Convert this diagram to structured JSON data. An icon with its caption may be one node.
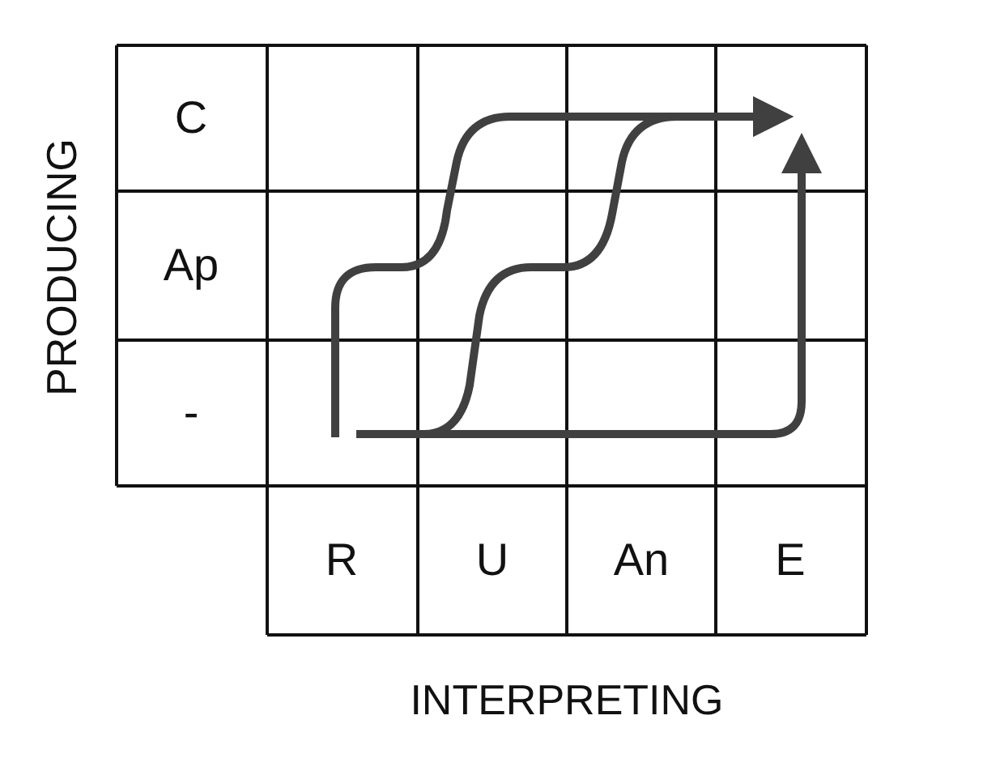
{
  "diagram": {
    "labels": [
      "C",
      "Ap",
      "-",
      "PRODUCING",
      "R",
      "U",
      "An",
      "E",
      "INTERPRETING"
    ]
  }
}
